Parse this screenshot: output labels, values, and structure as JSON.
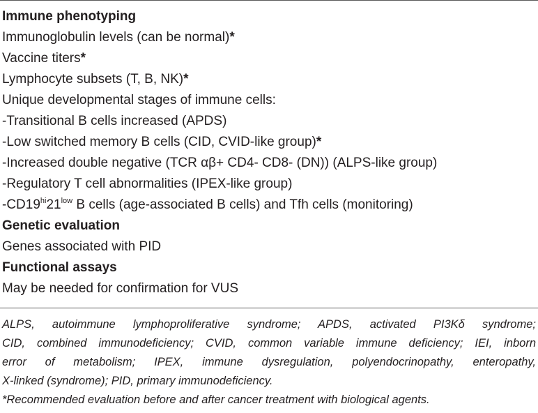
{
  "table": {
    "sections": [
      {
        "heading": "Immune phenotyping",
        "rows": [
          {
            "text": "Immunoglobulin levels (can be normal)",
            "mark": "*"
          },
          {
            "text": "Vaccine titers",
            "mark": "*"
          },
          {
            "text": "Lymphocyte subsets (T, B, NK)",
            "mark": "*"
          },
          {
            "text": "Unique developmental stages of immune cells:",
            "mark": ""
          },
          {
            "text": "-Transitional B cells increased (APDS)",
            "mark": ""
          },
          {
            "text": "-Low switched memory B cells (CID, CVID-like group)",
            "mark": "*"
          },
          {
            "text": "-Increased double negative (TCR αβ+ CD4- CD8- (DN)) (ALPS-like group)",
            "mark": ""
          },
          {
            "text": "-Regulatory T cell abnormalities (IPEX-like group)",
            "mark": ""
          }
        ],
        "cd19_row": {
          "prefix": "-CD19",
          "sup1": "hi",
          "mid": "21",
          "sup2": "low",
          "suffix": " B cells (age-associated B cells) and Tfh cells (monitoring)"
        }
      },
      {
        "heading": "Genetic evaluation",
        "rows": [
          {
            "text": "Genes associated with PID",
            "mark": ""
          }
        ]
      },
      {
        "heading": "Functional assays",
        "rows": [
          {
            "text": "May be needed for confirmation for VUS",
            "mark": ""
          }
        ]
      }
    ]
  },
  "footnotes": {
    "abbrev_lines": [
      "ALPS, autoimmune lymphoproliferative syndrome; APDS, activated PI3Kδ syndrome;",
      "CID, combined immunodeficiency; CVID, common variable immune deficiency; IEI, inborn",
      "error of metabolism; IPEX, immune dysregulation, polyendocrinopathy, enteropathy,",
      "X-linked (syndrome); PID, primary immunodeficiency."
    ],
    "recommendation": "*Recommended evaluation before and after cancer treatment with biological agents."
  }
}
